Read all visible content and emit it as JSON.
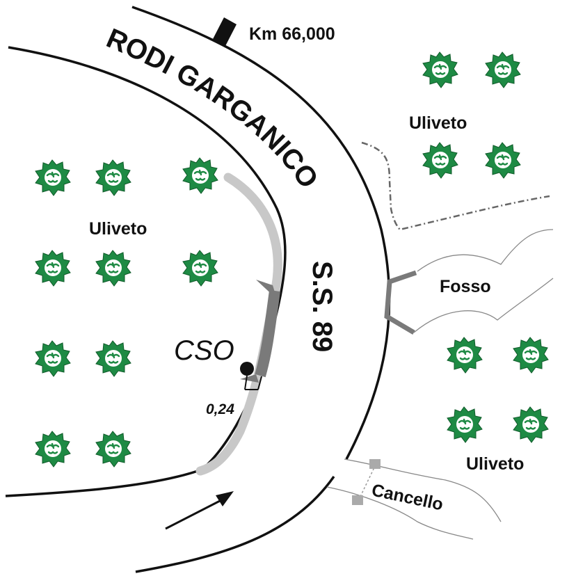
{
  "road": {
    "name": "RODI GARGANICO",
    "code": "S.S. 89"
  },
  "km_marker": "Km 66,000",
  "olive_groves": [
    "Uliveto",
    "Uliveto",
    "Uliveto"
  ],
  "ditch": "Fosso",
  "gate": "Cancello",
  "cso": {
    "label": "CSO",
    "distance": "0,24"
  },
  "colors": {
    "tree": "#1e8a44",
    "barrier_light": "#c8c8c8",
    "barrier_dark": "#7a7a7a",
    "line": "#111111",
    "boundary": "#666666"
  },
  "icons": [
    "olive-tree-icon",
    "direction-arrow-icon",
    "km-marker-icon",
    "cso-point-icon"
  ]
}
